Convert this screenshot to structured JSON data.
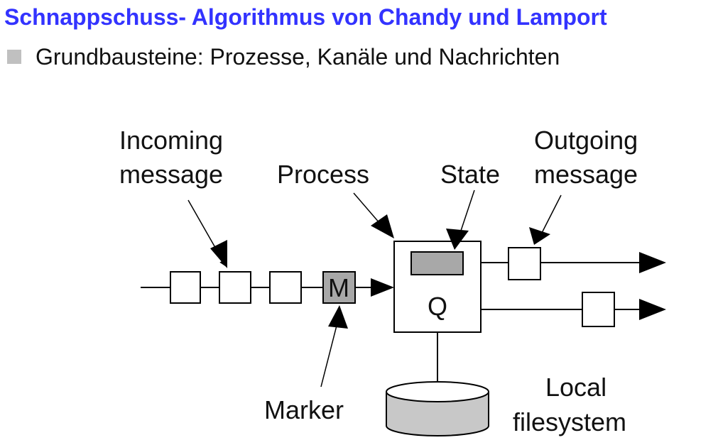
{
  "title": "Schnappschuss- Algorithmus von Chandy und Lamport",
  "bullet": "Grundbausteine: Prozesse, Kanäle und Nachrichten",
  "diagram": {
    "labels": {
      "incoming_line1": "Incoming",
      "incoming_line2": "message",
      "process": "Process",
      "state": "State",
      "outgoing_line1": "Outgoing",
      "outgoing_line2": "message",
      "marker": "Marker",
      "local_line1": "Local",
      "local_line2": "filesystem"
    },
    "marker_box": "M",
    "process_box": "Q"
  },
  "colors": {
    "title": "#3333ff",
    "bullet_square": "#c0c0c0",
    "marker_fill": "#a8a8a8",
    "state_fill": "#a8a8a8",
    "cylinder_fill": "#c8c8c8"
  }
}
